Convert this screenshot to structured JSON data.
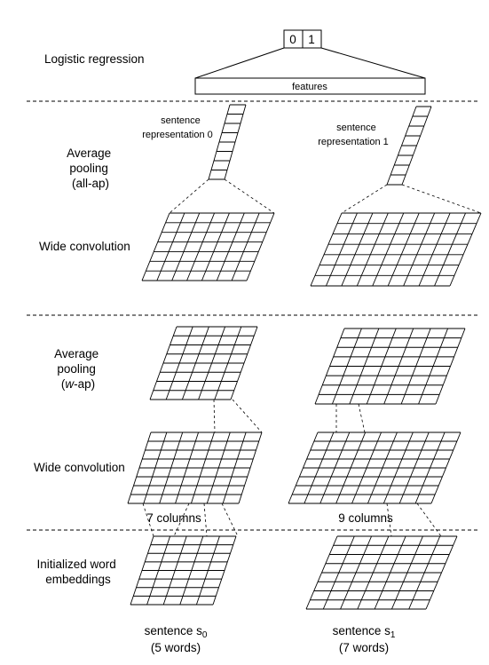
{
  "output": {
    "values": [
      "0",
      "1"
    ],
    "label": "Logistic regression",
    "features_label": "features"
  },
  "stages": {
    "all_ap": {
      "label_lines": [
        "Average",
        "pooling",
        "(all-ap)"
      ]
    },
    "conv_top": {
      "label": "Wide convolution"
    },
    "w_ap": {
      "label_lines": [
        "Average",
        "pooling"
      ],
      "label_last_prefix": "(",
      "label_last_italic": "w",
      "label_last_suffix": "-ap)"
    },
    "conv_bottom": {
      "label": "Wide convolution"
    },
    "embeddings": {
      "label_lines": [
        "Initialized word",
        "embeddings"
      ]
    }
  },
  "sentences": [
    {
      "rep_lines": [
        "sentence",
        "representation 0"
      ],
      "columns_label": "7 columns",
      "name": "sentence s",
      "subscript": "0",
      "words": "(5 words)"
    },
    {
      "rep_lines": [
        "sentence",
        "representation 1"
      ],
      "columns_label": "9 columns",
      "name": "sentence s",
      "subscript": "1",
      "words": "(7 words)"
    }
  ]
}
